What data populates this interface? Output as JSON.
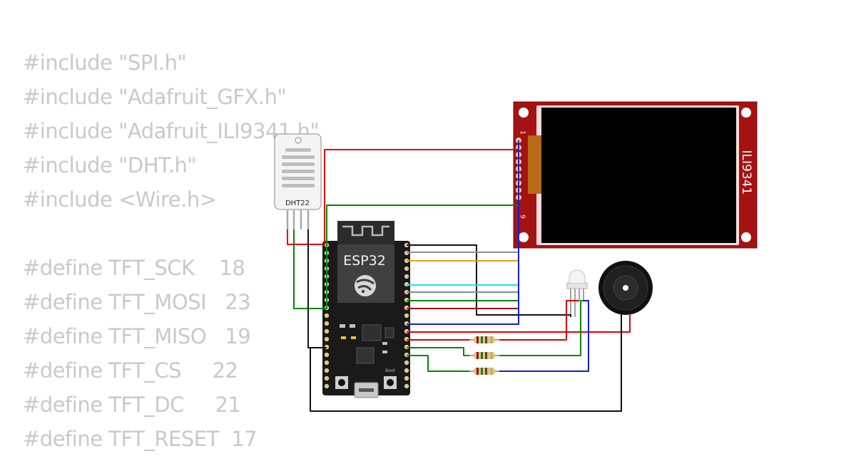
{
  "code_lines": [
    "#include \"SPI.h\"",
    "#include \"Adafruit_GFX.h\"",
    "#include \"Adafruit_ILI9341.h\"",
    "#include \"DHT.h\"",
    "#include <Wire.h>",
    "",
    "#define TFT_SCK    18",
    "#define TFT_MOSI   23",
    "#define TFT_MISO   19",
    "#define TFT_CS     22",
    "#define TFT_DC     21",
    "#define TFT_RESET  17"
  ],
  "sensor": {
    "label": "DHT22"
  },
  "mcu": {
    "label": "ESP32",
    "boot_label": "Boot"
  },
  "display": {
    "label": "ILI9341",
    "pin_first": "1",
    "pin_last": "9"
  },
  "colors": {
    "wire_red": "#e00000",
    "wire_green": "#008800",
    "wire_black": "#111111",
    "wire_blue": "#1020d0",
    "wire_gray": "#909090",
    "wire_orange": "#e0a020",
    "wire_cyan": "#20e0f0",
    "display_pcb": "#a01010",
    "mcu_board": "#1a1a1a",
    "code_text": "#c9c9c9"
  }
}
